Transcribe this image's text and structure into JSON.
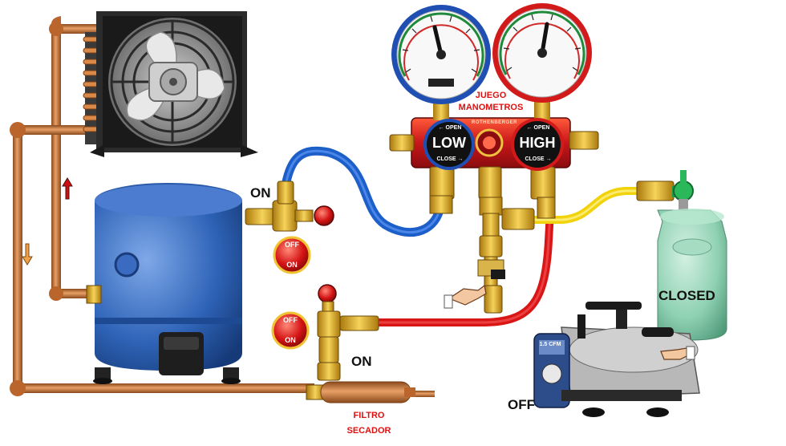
{
  "labels": {
    "on_top": "ON",
    "on_bottom": "ON",
    "off_pump": "OFF",
    "closed": "CLOSED",
    "juego_line1": "JUEGO",
    "juego_line2": "MANOMETROS",
    "filtro_line1": "FILTRO",
    "filtro_line2": "SECADOR",
    "low": "LOW",
    "high": "HIGH",
    "open_low": "← OPEN",
    "close_low": "CLOSE →",
    "open_high": "← OPEN",
    "close_high": "CLOSE →",
    "brand": "ROTHENBERGER",
    "valve_top_off": "OFF",
    "valve_top_on": "ON",
    "valve_bottom_off": "OFF",
    "valve_bottom_on": "ON",
    "pump_badge": "1.5 CFM"
  },
  "icons": {
    "arrow_up": "red-up-arrow-icon",
    "arrow_down": "orange-down-arrow-icon",
    "hand_manifold": "pointing-hand-icon",
    "hand_pump": "pointing-hand-icon"
  },
  "colors": {
    "low_gauge": "#1f4fb3",
    "high_gauge": "#d21a1a",
    "blue_hose": "#1d5fc9",
    "red_hose": "#d81616",
    "yellow_hose": "#f2d20a",
    "copper": "#c8743a",
    "brass": "#e1ad22",
    "compressor": "#2f64b8",
    "tank": "#8fd1b2"
  }
}
